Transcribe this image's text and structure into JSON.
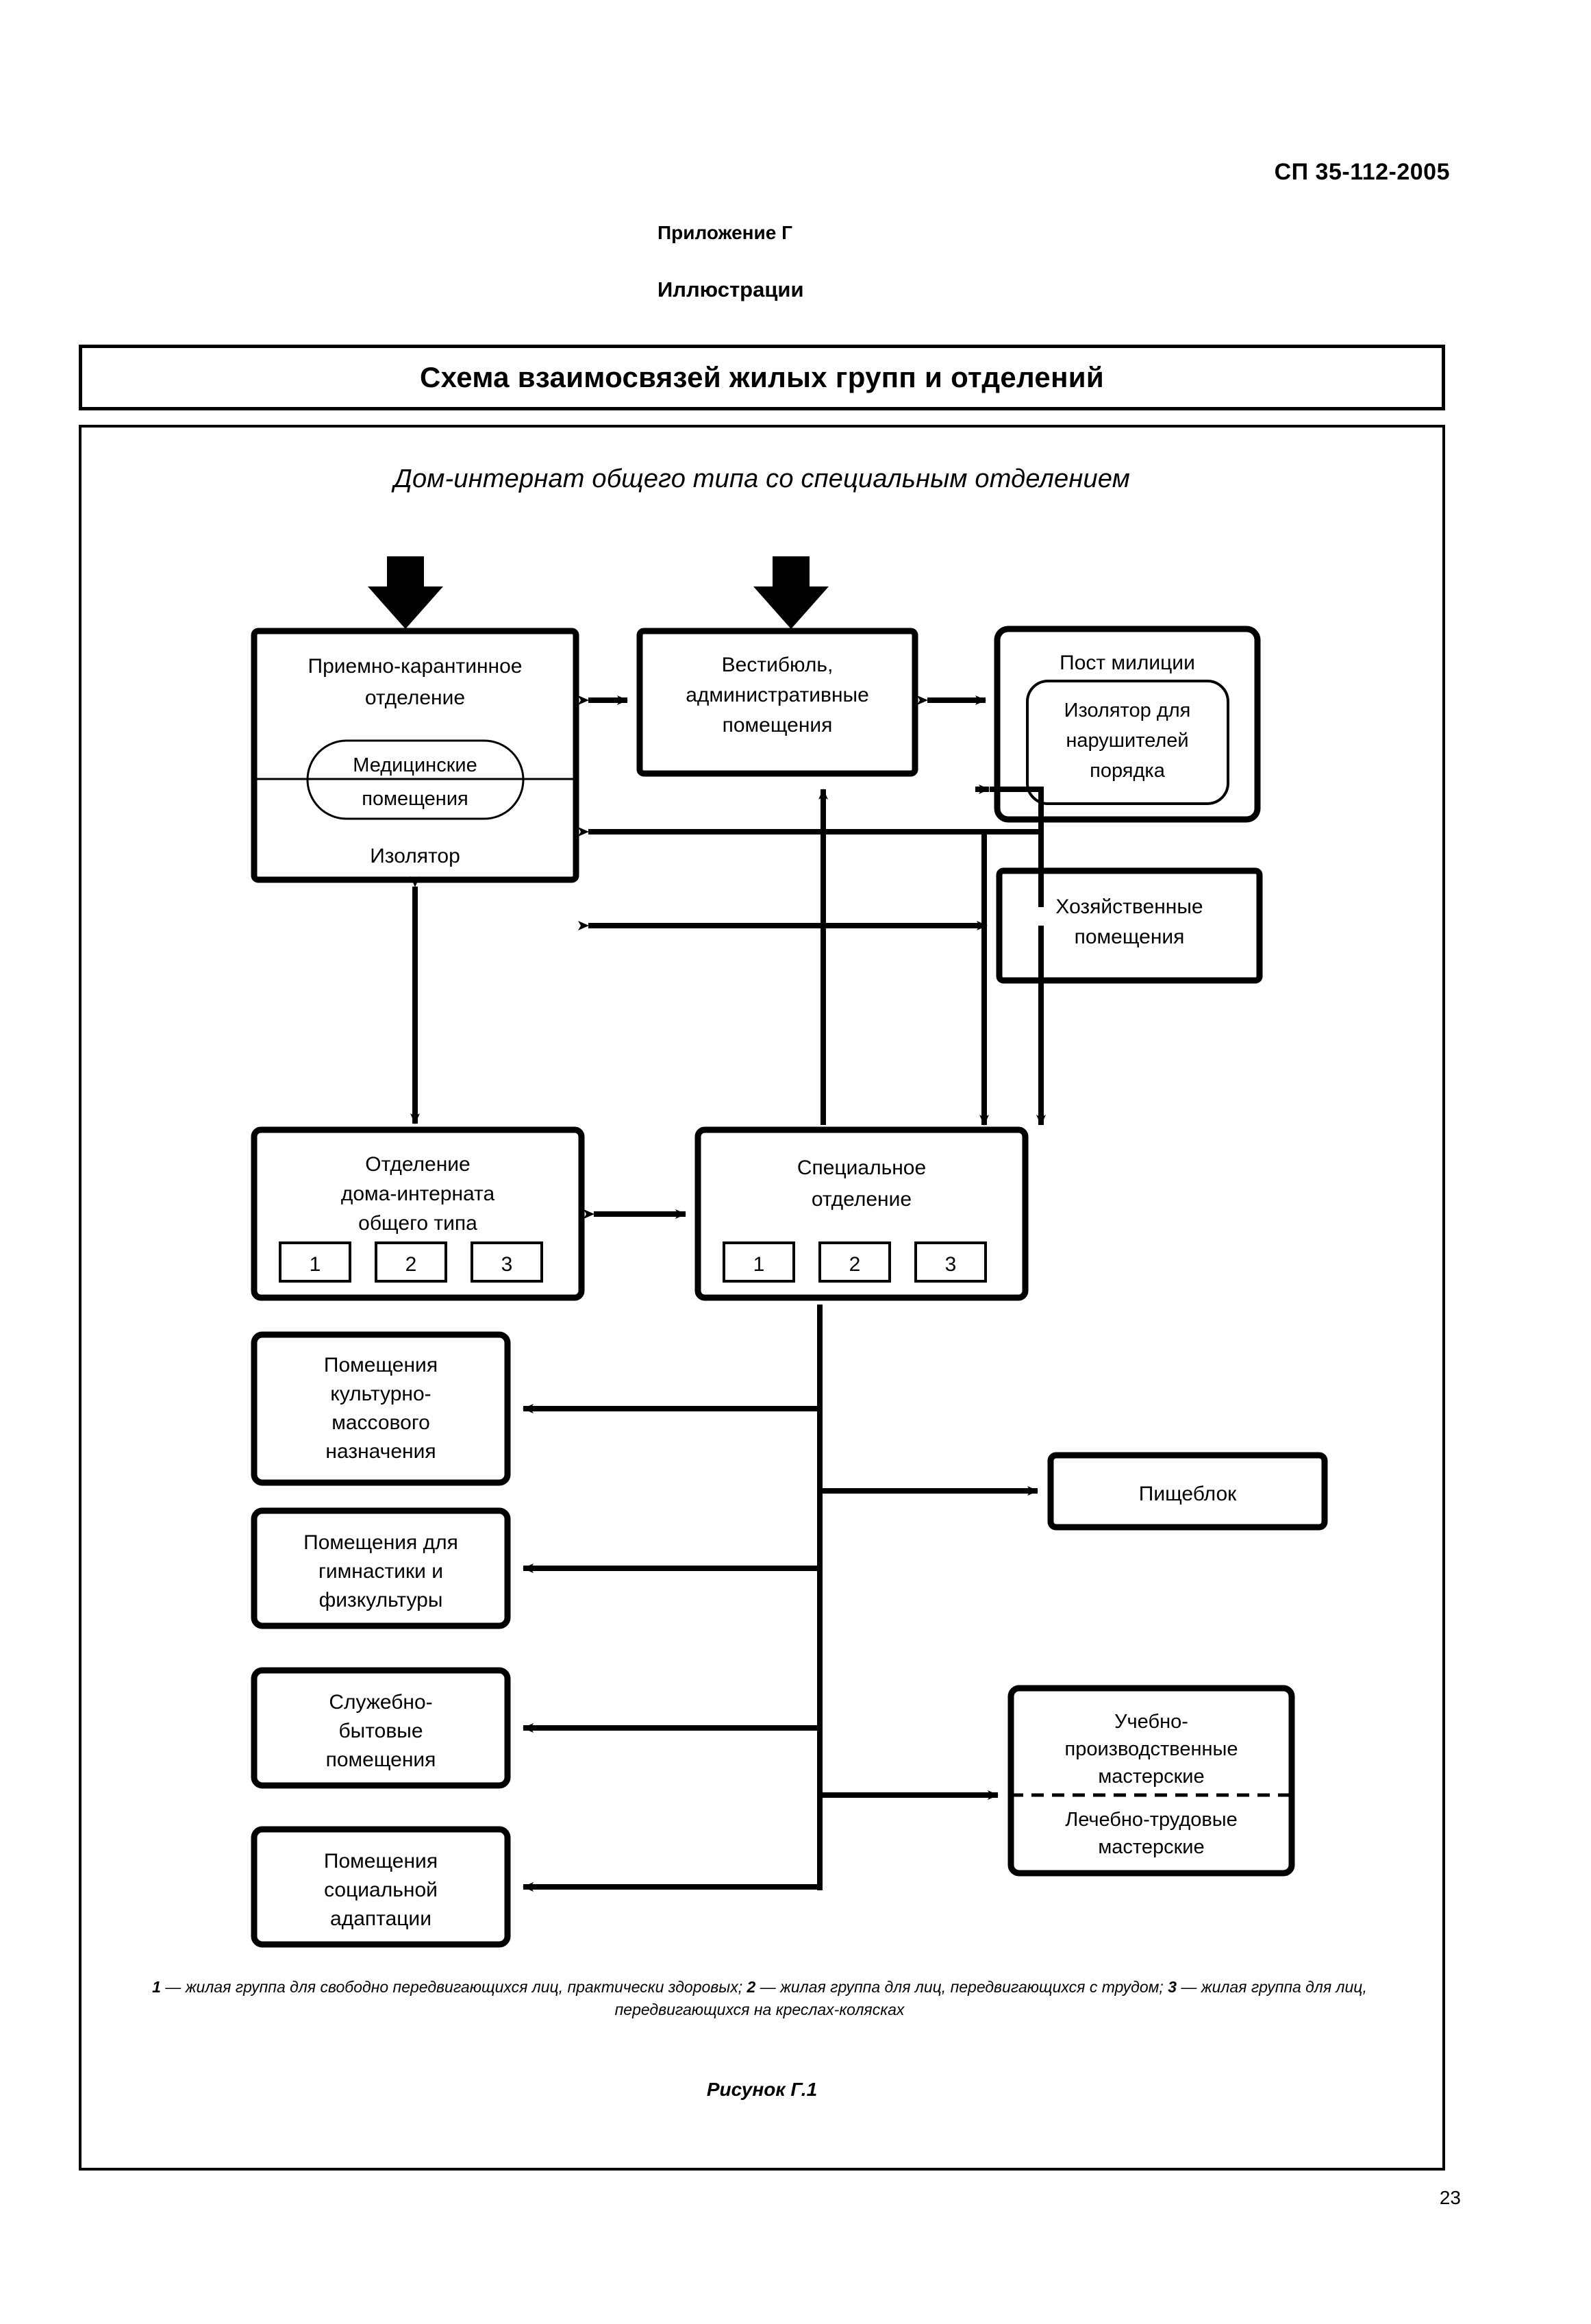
{
  "document": {
    "code": "СП 35-112-2005",
    "appendix": "Приложение Г",
    "section": "Иллюстрации",
    "page_number": "23"
  },
  "title_box": {
    "title": "Схема взаимосвязей жилых групп и отделений"
  },
  "diagram": {
    "subtitle": "Дом-интернат общего типа со специальным отделением",
    "nodes": {
      "intake": {
        "line1": "Приемно-карантинное",
        "line2": "отделение",
        "inner_oval_line1": "Медицинские",
        "inner_oval_line2": "помещения",
        "lower": "Изолятор"
      },
      "lobby": {
        "line1": "Вестибюль,",
        "line2": "административные",
        "line3": "помещения"
      },
      "police": {
        "title": "Пост милиции",
        "inner_line1": "Изолятор для",
        "inner_line2": "нарушителей",
        "inner_line3": "порядка"
      },
      "utility": {
        "line1": "Хозяйственные",
        "line2": "помещения"
      },
      "general_dept": {
        "line1": "Отделение",
        "line2": "дома-интерната",
        "line3": "общего типа",
        "groups": [
          "1",
          "2",
          "3"
        ]
      },
      "special_dept": {
        "line1": "Специальное",
        "line2": "отделение",
        "groups": [
          "1",
          "2",
          "3"
        ]
      },
      "culture": {
        "line1": "Помещения",
        "line2": "культурно-",
        "line3": "массового",
        "line4": "назначения"
      },
      "gym": {
        "line1": "Помещения для",
        "line2": "гимнастики и",
        "line3": "физкультуры"
      },
      "service": {
        "line1": "Служебно-",
        "line2": "бытовые",
        "line3": "помещения"
      },
      "social": {
        "line1": "Помещения",
        "line2": "социальной",
        "line3": "адаптации"
      },
      "catering": {
        "line1": "Пищеблок"
      },
      "workshops": {
        "upper_line1": "Учебно-",
        "upper_line2": "производственные",
        "upper_line3": "мастерские",
        "lower_line1": "Лечебно-трудовые",
        "lower_line2": "мастерские"
      }
    },
    "legend": {
      "part1_num": "1",
      "part1_text": " — жилая группа для свободно передвигающихся лиц, практически здоровых; ",
      "part2_num": "2",
      "part2_text": " — жилая",
      "line2_pre": "группа для лиц, передвигающихся с трудом; ",
      "part3_num": "3",
      "part3_text": " — жилая группа для лиц, передвигающихся",
      "line3": "на креслах-колясках"
    },
    "figure_label": "Рисунок Г.1"
  }
}
